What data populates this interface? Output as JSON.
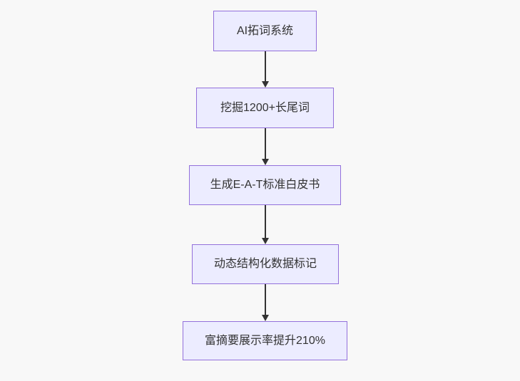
{
  "canvas": {
    "background": "#f8f8f8"
  },
  "flowchart": {
    "type": "flowchart",
    "direction": "top-down",
    "node_fill": "#ECECFF",
    "node_border": "#9370DB",
    "edge_color": "#333333",
    "text_color": "#333333",
    "nodes": [
      {
        "id": "A",
        "label": "AI拓词系统"
      },
      {
        "id": "B",
        "label": "挖掘1200+长尾词"
      },
      {
        "id": "C",
        "label": "生成E-A-T标准白皮书"
      },
      {
        "id": "D",
        "label": "动态结构化数据标记"
      },
      {
        "id": "E",
        "label": "富摘要展示率提升210%"
      }
    ],
    "edges": [
      {
        "from": "A",
        "to": "B"
      },
      {
        "from": "B",
        "to": "C"
      },
      {
        "from": "C",
        "to": "D"
      },
      {
        "from": "D",
        "to": "E"
      }
    ]
  }
}
